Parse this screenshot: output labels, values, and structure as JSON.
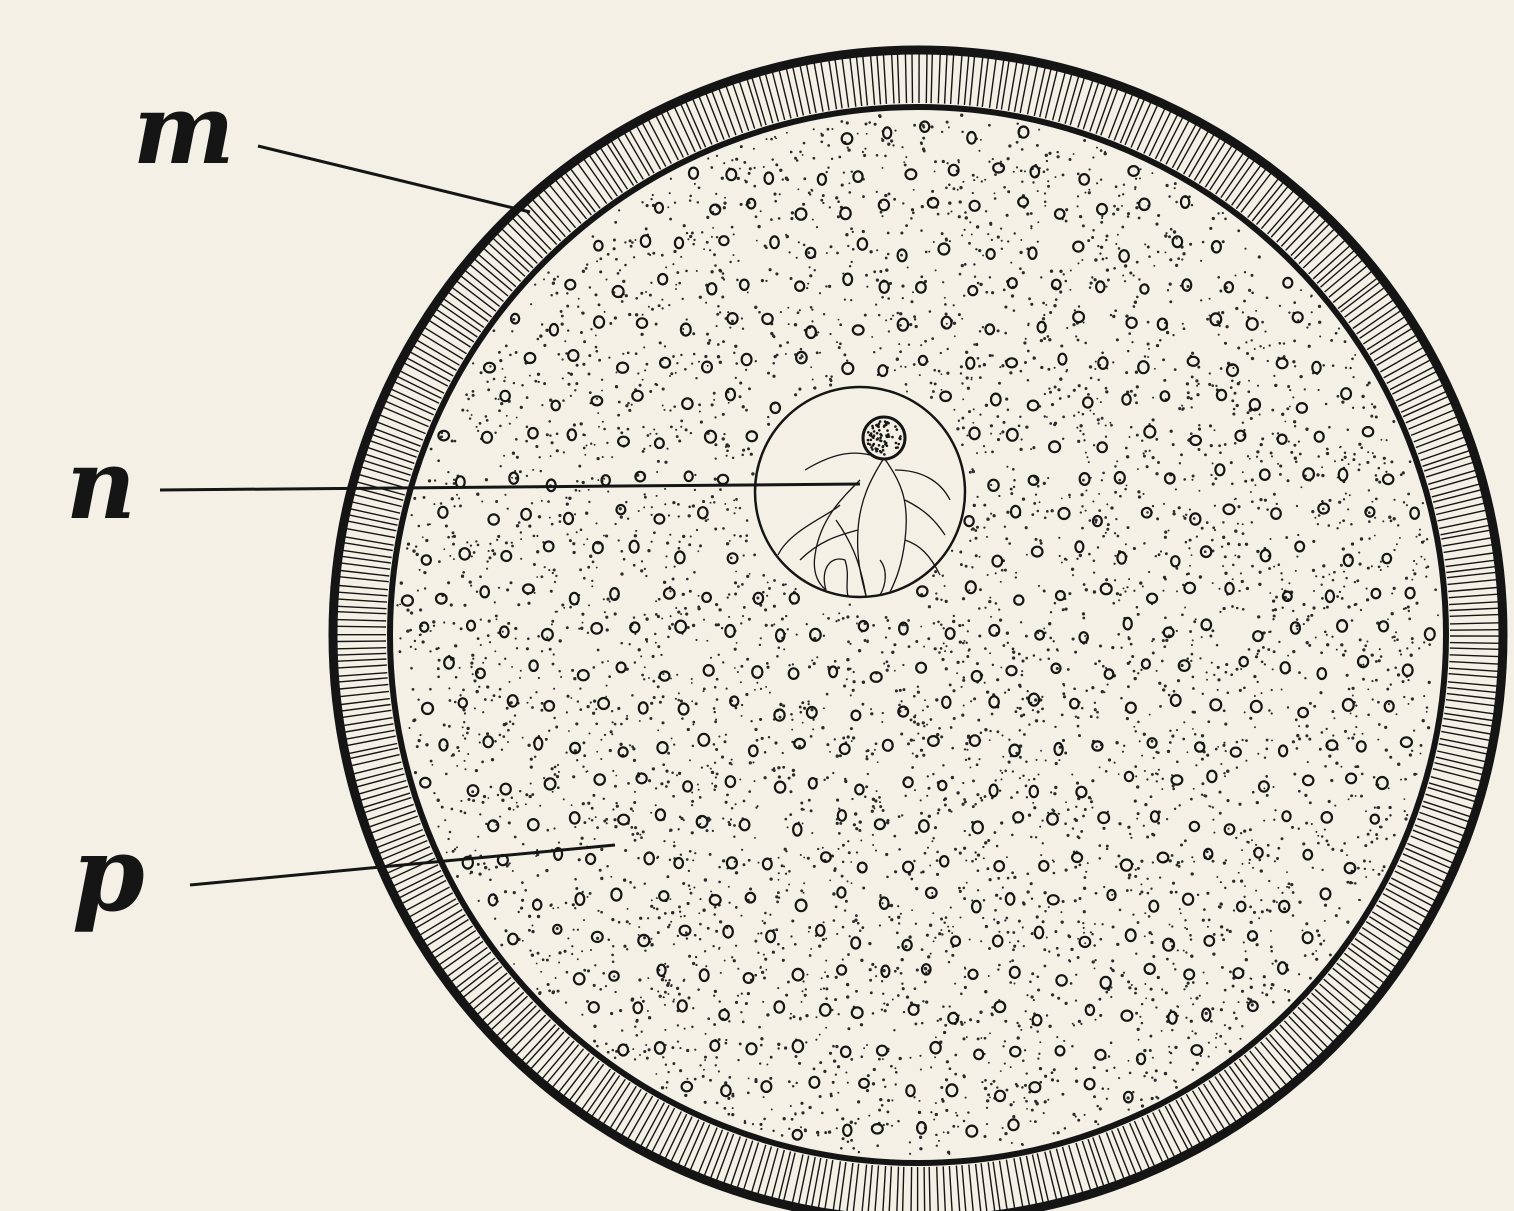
{
  "labels": {
    "m": "m",
    "n": "n",
    "p": "p"
  },
  "colors": {
    "paper": "#f4f0e6",
    "ink": "#151515"
  }
}
